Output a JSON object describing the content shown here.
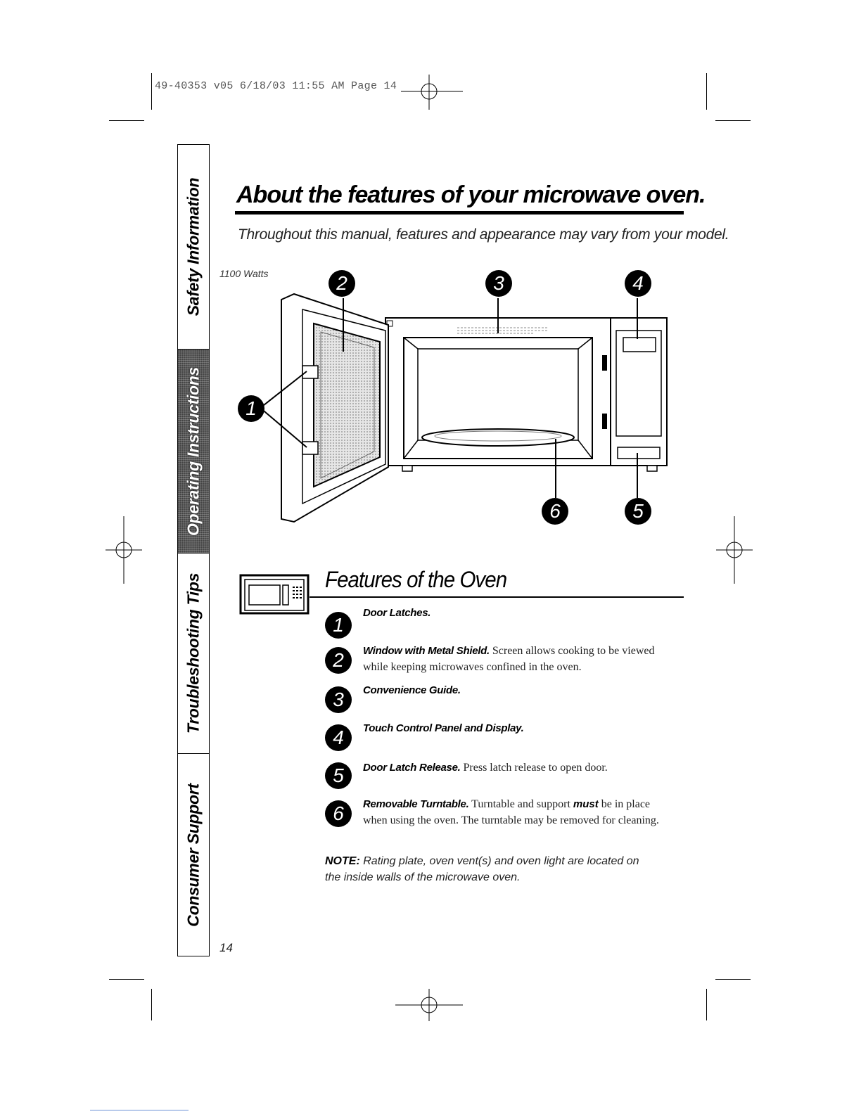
{
  "slug": "49-40353 v05 6/18/03 11:55 AM Page 14",
  "sidebar": {
    "tabs": [
      {
        "label": "Safety Information",
        "active": false
      },
      {
        "label": "Operating Instructions",
        "active": true
      },
      {
        "label": "Troubleshooting Tips",
        "active": false
      },
      {
        "label": "Consumer Support",
        "active": false
      }
    ]
  },
  "header": {
    "title": "About the features of your microwave oven.",
    "subtitle": "Throughout this manual, features and appearance may vary from your model."
  },
  "diagram": {
    "wattage": "1100 Watts",
    "callouts": [
      "1",
      "2",
      "3",
      "4",
      "5",
      "6"
    ]
  },
  "section": {
    "title": "Features of the Oven",
    "features": [
      {
        "num": "1",
        "name": "Door Latches.",
        "desc": ""
      },
      {
        "num": "2",
        "name": "Window with Metal Shield.",
        "desc": "Screen allows cooking to be viewed while keeping microwaves confined in the oven."
      },
      {
        "num": "3",
        "name": "Convenience Guide.",
        "desc": ""
      },
      {
        "num": "4",
        "name": "Touch Control Panel and Display.",
        "desc": ""
      },
      {
        "num": "5",
        "name": "Door Latch Release.",
        "desc": "Press latch release to open door."
      },
      {
        "num": "6",
        "name": "Removable Turntable.",
        "desc_pre": "Turntable and support",
        "desc_emph": "must",
        "desc_post": "be in place when using the oven. The turntable may be removed for cleaning."
      }
    ],
    "note_label": "NOTE:",
    "note_text": "Rating plate, oven vent(s) and oven light are located on the inside walls of the microwave oven."
  },
  "footer": {
    "page_number": "14"
  }
}
